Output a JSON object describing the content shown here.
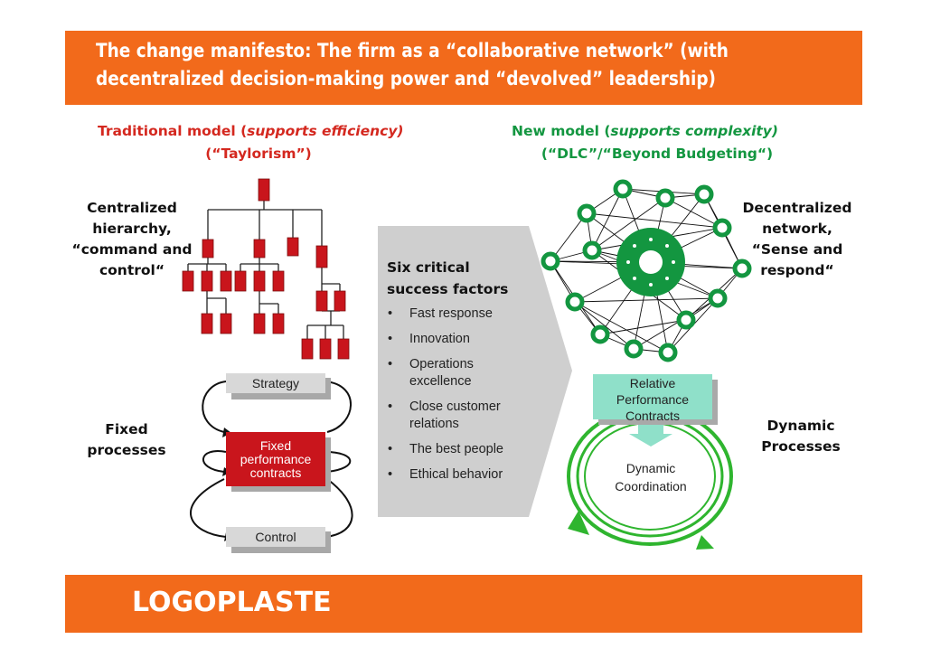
{
  "header": {
    "title_line1": "The change manifesto: The firm as a “collaborative network” (with",
    "title_line2": "decentralized decision-making power and “devolved” leadership)"
  },
  "traditional": {
    "heading_prefix": "Traditional model (",
    "heading_italic": "supports efficiency)",
    "subheading": "(“Taylorism”)",
    "hierarchy_label": [
      "Centralized",
      "hierarchy,",
      "“command and",
      "control“"
    ],
    "processes_label": [
      "Fixed",
      "processes"
    ],
    "process_boxes": {
      "strategy": "Strategy",
      "fixed_contracts": [
        "Fixed",
        "performance",
        "contracts"
      ],
      "control": "Control"
    }
  },
  "new_model": {
    "heading_prefix": "New model (",
    "heading_italic": "supports complexity)",
    "subheading": "(“DLC”/“Beyond Budgeting“)",
    "network_label": [
      "Decentralized",
      "network,",
      "“Sense and",
      "respond“"
    ],
    "processes_label": [
      "Dynamic",
      "Processes"
    ],
    "relative_contracts": [
      "Relative",
      "Performance",
      "Contracts"
    ],
    "dynamic_coordination": [
      "Dynamic",
      "Coordination"
    ]
  },
  "success_factors": {
    "title": [
      "Six critical",
      "success factors"
    ],
    "items": [
      "Fast response",
      "Innovation",
      "Operations excellence",
      "Close customer relations",
      "The best people",
      "Ethical behavior"
    ]
  },
  "footer": {
    "logo_text": "LOGOPLASTE"
  },
  "colors": {
    "brand_orange": "#f26a1b",
    "traditional_red": "#d4281f",
    "new_green": "#139640",
    "panel_grey": "#cfcfcf"
  }
}
